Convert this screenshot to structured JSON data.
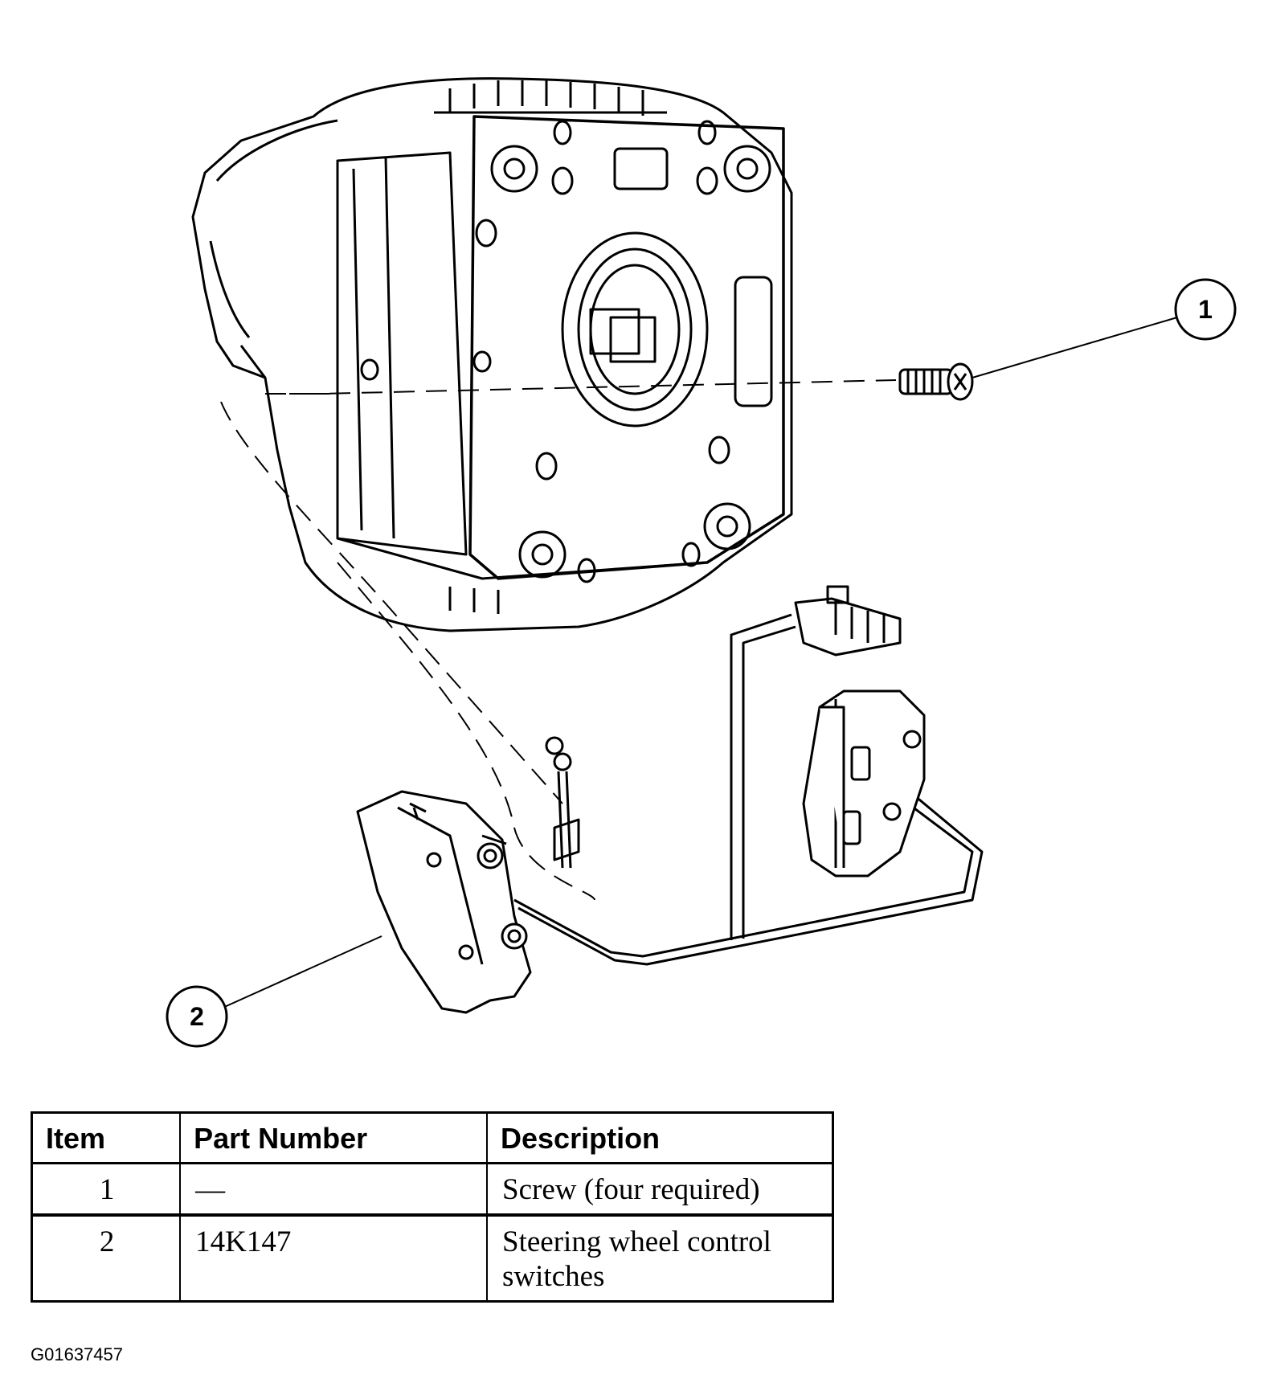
{
  "callouts": [
    {
      "number": "1"
    },
    {
      "number": "2"
    }
  ],
  "table": {
    "headers": {
      "item": "Item",
      "part_number": "Part Number",
      "description": "Description"
    },
    "rows": [
      {
        "item": "1",
        "part_number": "—",
        "description": "Screw (four required)"
      },
      {
        "item": "2",
        "part_number": "14K147",
        "description": "Steering wheel control switches"
      }
    ]
  },
  "figure_id": "G01637457",
  "colors": {
    "line": "#000000",
    "background": "#ffffff"
  }
}
